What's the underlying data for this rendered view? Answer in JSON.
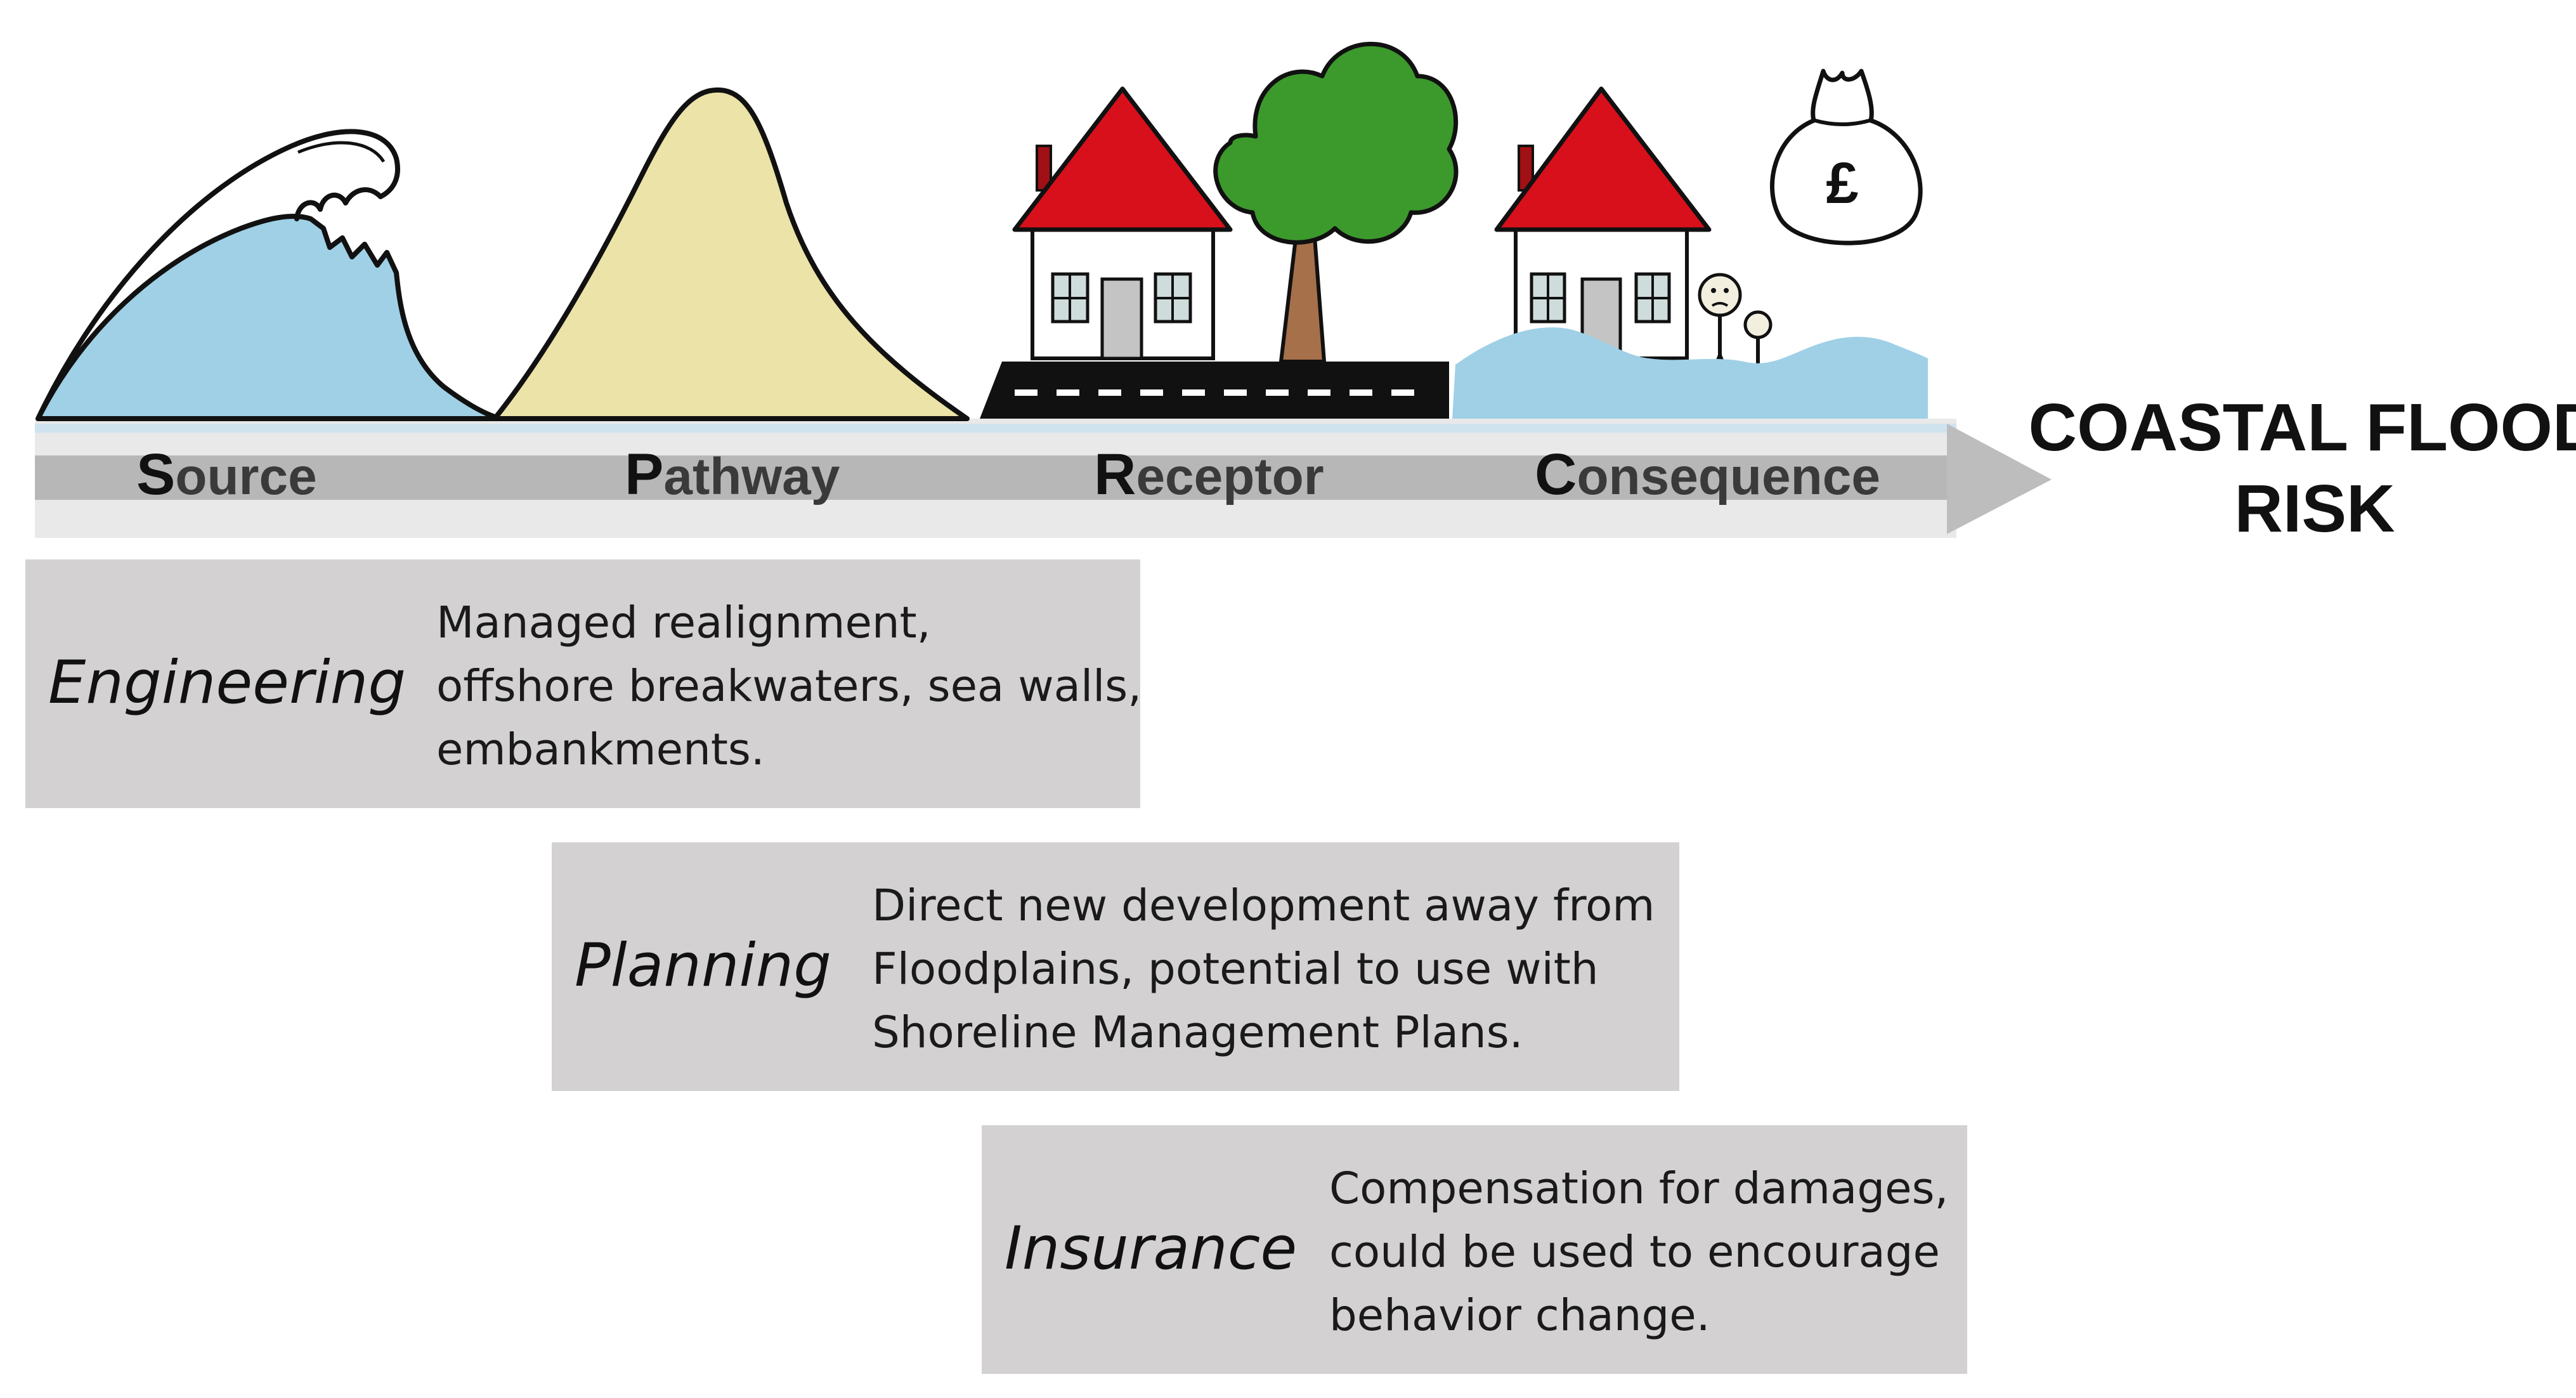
{
  "risk_title_lines": [
    "COASTAL FLOOD",
    "RISK"
  ],
  "stages": [
    "Source",
    "Pathway",
    "Receptor",
    "Consequence"
  ],
  "currency_symbol": "£",
  "measures": [
    {
      "name": "Engineering",
      "lines": [
        "Managed realignment,",
        "offshore breakwaters, sea walls,",
        "embankments."
      ]
    },
    {
      "name": "Planning",
      "lines": [
        "Direct new development away from",
        "Floodplains, potential to use with",
        "Shoreline Management Plans."
      ]
    },
    {
      "name": "Insurance",
      "lines": [
        "Compensation for damages,",
        "could be used to encourage",
        "behavior change."
      ]
    }
  ],
  "colors": {
    "water": "#9fd0e6",
    "sand": "#ebe3a7",
    "roof": "#d8101c",
    "tree": "#3c9a2c",
    "trunk": "#a5704a",
    "road": "#111111",
    "arrow": "#bdbdbd",
    "box": "#d3d1d1"
  }
}
